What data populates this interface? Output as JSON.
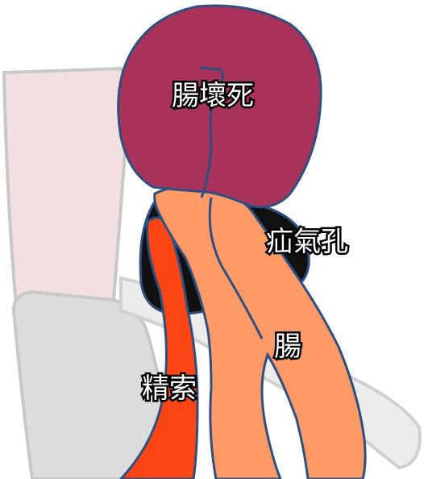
{
  "labels": {
    "necrosis": "腸壞死",
    "hernia_orifice": "疝氣孔",
    "bowel": "腸",
    "spermatic_cord": "精索"
  },
  "colors": {
    "necrosis_fill": "#a8325a",
    "outline": "#2f4f7f",
    "bowel_fill": "#fd9a68",
    "cord_fill": "#fc4514",
    "hernia_sac": "#111111",
    "body_fill": "#f2dfe0",
    "body_stroke": "#c8c8c8",
    "thigh_fill": "#dcdcdc"
  }
}
